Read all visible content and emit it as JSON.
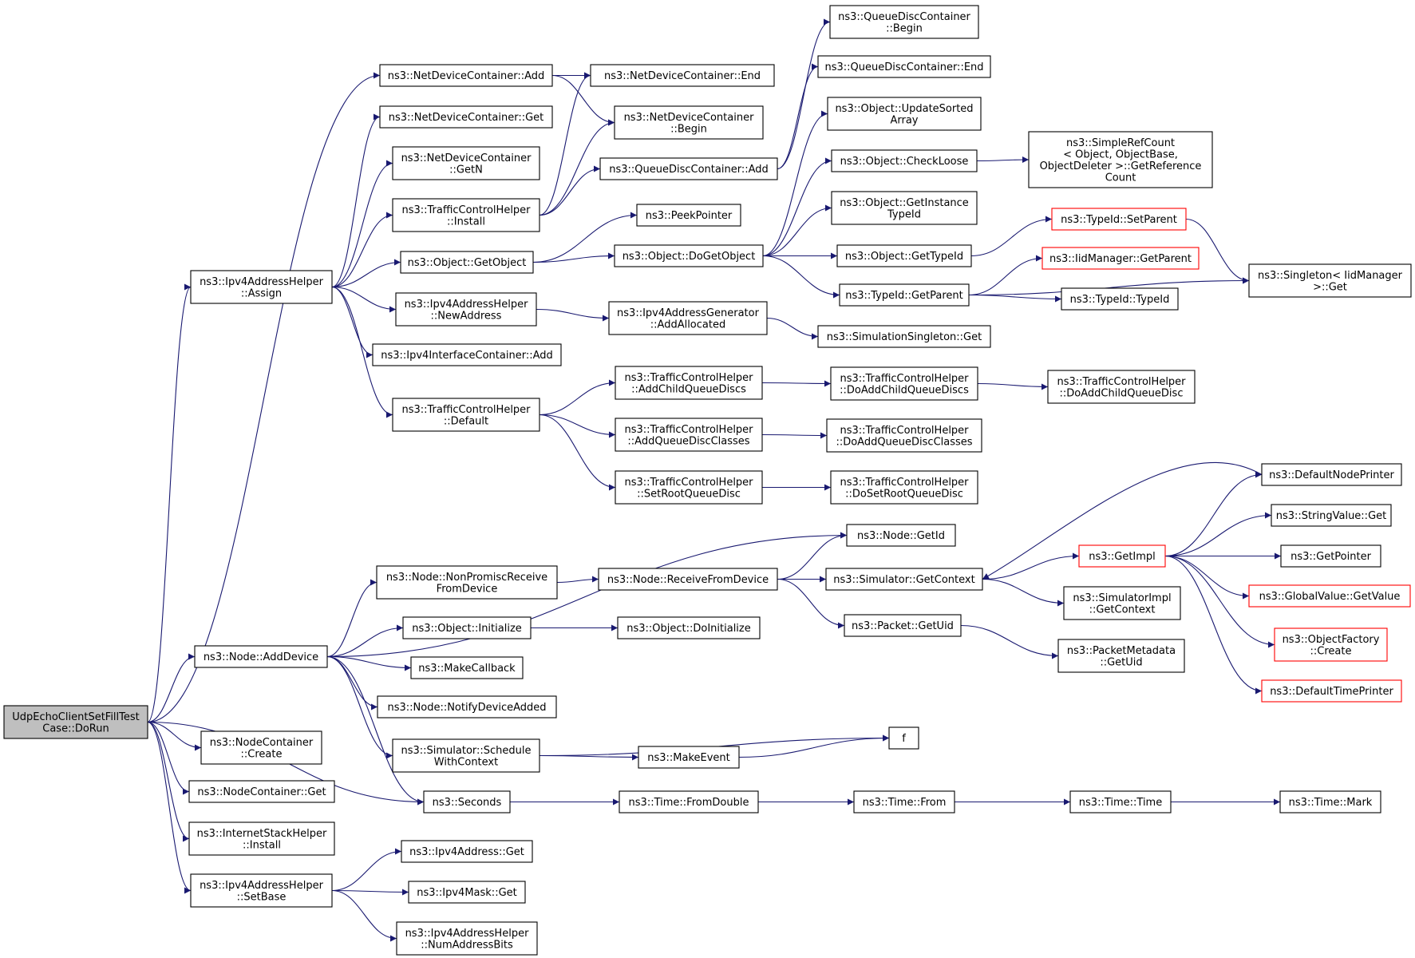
{
  "diagram": {
    "type": "call-graph",
    "root": "n_root",
    "colors": {
      "edge": "#191970",
      "node_border": "#000000",
      "truncated_border": "#ff0000",
      "root_fill": "#bfbfbf",
      "background": "#ffffff"
    },
    "nodes": [
      {
        "id": "n_root",
        "lines": [
          "UdpEchoClientSetFillTest",
          "Case::DoRun"
        ]
      },
      {
        "id": "n_ndc_add",
        "lines": [
          "ns3::NetDeviceContainer::Add"
        ]
      },
      {
        "id": "n_ndc_get",
        "lines": [
          "ns3::NetDeviceContainer::Get"
        ]
      },
      {
        "id": "n_ndc_getn",
        "lines": [
          "ns3::NetDeviceContainer",
          "::GetN"
        ]
      },
      {
        "id": "n_ndc_end",
        "lines": [
          "ns3::NetDeviceContainer::End"
        ]
      },
      {
        "id": "n_ndc_begin",
        "lines": [
          "ns3::NetDeviceContainer",
          "::Begin"
        ]
      },
      {
        "id": "n_qdc_begin",
        "lines": [
          "ns3::QueueDiscContainer",
          "::Begin"
        ]
      },
      {
        "id": "n_qdc_end",
        "lines": [
          "ns3::QueueDiscContainer::End"
        ]
      },
      {
        "id": "n_qdc_add",
        "lines": [
          "ns3::QueueDiscContainer::Add"
        ]
      },
      {
        "id": "n_tch_install",
        "lines": [
          "ns3::TrafficControlHelper",
          "::Install"
        ]
      },
      {
        "id": "n_ipv4ah_assign",
        "lines": [
          "ns3::Ipv4AddressHelper",
          "::Assign"
        ]
      },
      {
        "id": "n_obj_getobject",
        "lines": [
          "ns3::Object::GetObject"
        ]
      },
      {
        "id": "n_peekpointer",
        "lines": [
          "ns3::PeekPointer"
        ]
      },
      {
        "id": "n_obj_dogetobject",
        "lines": [
          "ns3::Object::DoGetObject"
        ]
      },
      {
        "id": "n_obj_updatesorted",
        "lines": [
          "ns3::Object::UpdateSorted",
          "Array"
        ]
      },
      {
        "id": "n_obj_checkloose",
        "lines": [
          "ns3::Object::CheckLoose"
        ]
      },
      {
        "id": "n_simplerefcount",
        "lines": [
          "ns3::SimpleRefCount",
          "< Object, ObjectBase,",
          "ObjectDeleter >::GetReference",
          "Count"
        ]
      },
      {
        "id": "n_obj_getinstance",
        "lines": [
          "ns3::Object::GetInstance",
          "TypeId"
        ]
      },
      {
        "id": "n_obj_gettypeid",
        "lines": [
          "ns3::Object::GetTypeId"
        ]
      },
      {
        "id": "n_typeid_setparent",
        "lines": [
          "ns3::TypeId::SetParent"
        ],
        "truncated": true
      },
      {
        "id": "n_iid_getparent",
        "lines": [
          "ns3::IidManager::GetParent"
        ],
        "truncated": true
      },
      {
        "id": "n_singleton",
        "lines": [
          "ns3::Singleton< IidManager",
          ">::Get"
        ]
      },
      {
        "id": "n_typeid_getparent",
        "lines": [
          "ns3::TypeId::GetParent"
        ]
      },
      {
        "id": "n_typeid_typeid",
        "lines": [
          "ns3::TypeId::TypeId"
        ]
      },
      {
        "id": "n_ipv4ah_newaddr",
        "lines": [
          "ns3::Ipv4AddressHelper",
          "::NewAddress"
        ]
      },
      {
        "id": "n_ipv4ag_addalloc",
        "lines": [
          "ns3::Ipv4AddressGenerator",
          "::AddAllocated"
        ]
      },
      {
        "id": "n_simsingleton",
        "lines": [
          "ns3::SimulationSingleton::Get"
        ]
      },
      {
        "id": "n_ipv4ic_add",
        "lines": [
          "ns3::Ipv4InterfaceContainer::Add"
        ]
      },
      {
        "id": "n_tch_default",
        "lines": [
          "ns3::TrafficControlHelper",
          "::Default"
        ]
      },
      {
        "id": "n_tch_addchild",
        "lines": [
          "ns3::TrafficControlHelper",
          "::AddChildQueueDiscs"
        ]
      },
      {
        "id": "n_tch_doaddchildqds",
        "lines": [
          "ns3::TrafficControlHelper",
          "::DoAddChildQueueDiscs"
        ]
      },
      {
        "id": "n_tch_doaddchildqd",
        "lines": [
          "ns3::TrafficControlHelper",
          "::DoAddChildQueueDisc"
        ]
      },
      {
        "id": "n_tch_addclasses",
        "lines": [
          "ns3::TrafficControlHelper",
          "::AddQueueDiscClasses"
        ]
      },
      {
        "id": "n_tch_doaddclasses",
        "lines": [
          "ns3::TrafficControlHelper",
          "::DoAddQueueDiscClasses"
        ]
      },
      {
        "id": "n_tch_setroot",
        "lines": [
          "ns3::TrafficControlHelper",
          "::SetRootQueueDisc"
        ]
      },
      {
        "id": "n_tch_dosetroot",
        "lines": [
          "ns3::TrafficControlHelper",
          "::DoSetRootQueueDisc"
        ]
      },
      {
        "id": "n_node_getid",
        "lines": [
          "ns3::Node::GetId"
        ]
      },
      {
        "id": "n_defnodeprinter",
        "lines": [
          "ns3::DefaultNodePrinter"
        ]
      },
      {
        "id": "n_stringvalue_get",
        "lines": [
          "ns3::StringValue::Get"
        ]
      },
      {
        "id": "n_getimpl",
        "lines": [
          "ns3::GetImpl"
        ],
        "truncated": true
      },
      {
        "id": "n_getpointer",
        "lines": [
          "ns3::GetPointer"
        ]
      },
      {
        "id": "n_globalvalue",
        "lines": [
          "ns3::GlobalValue::GetValue"
        ],
        "truncated": true
      },
      {
        "id": "n_objfactory",
        "lines": [
          "ns3::ObjectFactory",
          "::Create"
        ],
        "truncated": true
      },
      {
        "id": "n_deftimeprinter",
        "lines": [
          "ns3::DefaultTimePrinter"
        ],
        "truncated": true
      },
      {
        "id": "n_node_nonpromisc",
        "lines": [
          "ns3::Node::NonPromiscReceive",
          "FromDevice"
        ]
      },
      {
        "id": "n_node_recv",
        "lines": [
          "ns3::Node::ReceiveFromDevice"
        ]
      },
      {
        "id": "n_sim_getcontext",
        "lines": [
          "ns3::Simulator::GetContext"
        ]
      },
      {
        "id": "n_simimpl_getcontext",
        "lines": [
          "ns3::SimulatorImpl",
          "::GetContext"
        ]
      },
      {
        "id": "n_packet_getuid",
        "lines": [
          "ns3::Packet::GetUid"
        ]
      },
      {
        "id": "n_pktmeta_getuid",
        "lines": [
          "ns3::PacketMetadata",
          "::GetUid"
        ]
      },
      {
        "id": "n_obj_initialize",
        "lines": [
          "ns3::Object::Initialize"
        ]
      },
      {
        "id": "n_obj_doinitialize",
        "lines": [
          "ns3::Object::DoInitialize"
        ]
      },
      {
        "id": "n_node_adddevice",
        "lines": [
          "ns3::Node::AddDevice"
        ]
      },
      {
        "id": "n_makecallback",
        "lines": [
          "ns3::MakeCallback"
        ]
      },
      {
        "id": "n_node_notify",
        "lines": [
          "ns3::Node::NotifyDeviceAdded"
        ]
      },
      {
        "id": "n_sim_schedule",
        "lines": [
          "ns3::Simulator::Schedule",
          "WithContext"
        ]
      },
      {
        "id": "n_f",
        "lines": [
          "f"
        ]
      },
      {
        "id": "n_makeevent",
        "lines": [
          "ns3::MakeEvent"
        ]
      },
      {
        "id": "n_seconds",
        "lines": [
          "ns3::Seconds"
        ]
      },
      {
        "id": "n_time_fromdouble",
        "lines": [
          "ns3::Time::FromDouble"
        ]
      },
      {
        "id": "n_time_from",
        "lines": [
          "ns3::Time::From"
        ]
      },
      {
        "id": "n_time_time",
        "lines": [
          "ns3::Time::Time"
        ]
      },
      {
        "id": "n_time_mark",
        "lines": [
          "ns3::Time::Mark"
        ]
      },
      {
        "id": "n_nc_create",
        "lines": [
          "ns3::NodeContainer",
          "::Create"
        ]
      },
      {
        "id": "n_nc_get",
        "lines": [
          "ns3::NodeContainer::Get"
        ]
      },
      {
        "id": "n_ish_install",
        "lines": [
          "ns3::InternetStackHelper",
          "::Install"
        ]
      },
      {
        "id": "n_ipv4ah_setbase",
        "lines": [
          "ns3::Ipv4AddressHelper",
          "::SetBase"
        ]
      },
      {
        "id": "n_ipv4addr_get",
        "lines": [
          "ns3::Ipv4Address::Get"
        ]
      },
      {
        "id": "n_ipv4mask_get",
        "lines": [
          "ns3::Ipv4Mask::Get"
        ]
      },
      {
        "id": "n_ipv4ah_numbits",
        "lines": [
          "ns3::Ipv4AddressHelper",
          "::NumAddressBits"
        ]
      }
    ],
    "edges": [
      [
        "n_root",
        "n_ndc_add"
      ],
      [
        "n_root",
        "n_ipv4ah_assign"
      ],
      [
        "n_root",
        "n_node_adddevice"
      ],
      [
        "n_root",
        "n_seconds"
      ],
      [
        "n_root",
        "n_nc_create"
      ],
      [
        "n_root",
        "n_nc_get"
      ],
      [
        "n_root",
        "n_ish_install"
      ],
      [
        "n_root",
        "n_ipv4ah_setbase"
      ],
      [
        "n_ndc_add",
        "n_ndc_end"
      ],
      [
        "n_ndc_add",
        "n_ndc_begin"
      ],
      [
        "n_tch_install",
        "n_ndc_end"
      ],
      [
        "n_tch_install",
        "n_ndc_begin"
      ],
      [
        "n_tch_install",
        "n_qdc_add"
      ],
      [
        "n_qdc_add",
        "n_qdc_begin"
      ],
      [
        "n_qdc_add",
        "n_qdc_end"
      ],
      [
        "n_ipv4ah_assign",
        "n_ndc_get"
      ],
      [
        "n_ipv4ah_assign",
        "n_ndc_getn"
      ],
      [
        "n_ipv4ah_assign",
        "n_tch_install"
      ],
      [
        "n_ipv4ah_assign",
        "n_obj_getobject"
      ],
      [
        "n_ipv4ah_assign",
        "n_ipv4ah_newaddr"
      ],
      [
        "n_ipv4ah_assign",
        "n_ipv4ic_add"
      ],
      [
        "n_ipv4ah_assign",
        "n_tch_default"
      ],
      [
        "n_obj_getobject",
        "n_peekpointer"
      ],
      [
        "n_obj_getobject",
        "n_obj_dogetobject"
      ],
      [
        "n_obj_dogetobject",
        "n_obj_updatesorted"
      ],
      [
        "n_obj_dogetobject",
        "n_obj_checkloose"
      ],
      [
        "n_obj_dogetobject",
        "n_obj_getinstance"
      ],
      [
        "n_obj_dogetobject",
        "n_obj_gettypeid"
      ],
      [
        "n_obj_dogetobject",
        "n_typeid_getparent"
      ],
      [
        "n_obj_checkloose",
        "n_simplerefcount"
      ],
      [
        "n_obj_gettypeid",
        "n_typeid_setparent"
      ],
      [
        "n_typeid_setparent",
        "n_singleton"
      ],
      [
        "n_typeid_getparent",
        "n_iid_getparent"
      ],
      [
        "n_typeid_getparent",
        "n_typeid_typeid"
      ],
      [
        "n_typeid_getparent",
        "n_singleton"
      ],
      [
        "n_ipv4ah_newaddr",
        "n_ipv4ag_addalloc"
      ],
      [
        "n_ipv4ag_addalloc",
        "n_simsingleton"
      ],
      [
        "n_tch_default",
        "n_tch_addchild"
      ],
      [
        "n_tch_default",
        "n_tch_addclasses"
      ],
      [
        "n_tch_default",
        "n_tch_setroot"
      ],
      [
        "n_tch_addchild",
        "n_tch_doaddchildqds"
      ],
      [
        "n_tch_doaddchildqds",
        "n_tch_doaddchildqd"
      ],
      [
        "n_tch_addclasses",
        "n_tch_doaddclasses"
      ],
      [
        "n_tch_setroot",
        "n_tch_dosetroot"
      ],
      [
        "n_node_adddevice",
        "n_node_getid"
      ],
      [
        "n_node_adddevice",
        "n_node_nonpromisc"
      ],
      [
        "n_node_adddevice",
        "n_obj_initialize"
      ],
      [
        "n_node_adddevice",
        "n_makecallback"
      ],
      [
        "n_node_adddevice",
        "n_node_notify"
      ],
      [
        "n_node_adddevice",
        "n_sim_schedule"
      ],
      [
        "n_node_adddevice",
        "n_seconds"
      ],
      [
        "n_node_nonpromisc",
        "n_node_recv"
      ],
      [
        "n_node_recv",
        "n_node_getid"
      ],
      [
        "n_node_recv",
        "n_sim_getcontext"
      ],
      [
        "n_node_recv",
        "n_packet_getuid"
      ],
      [
        "n_sim_getcontext",
        "n_getimpl"
      ],
      [
        "n_sim_getcontext",
        "n_simimpl_getcontext"
      ],
      [
        "n_getimpl",
        "n_defnodeprinter"
      ],
      [
        "n_getimpl",
        "n_stringvalue_get"
      ],
      [
        "n_getimpl",
        "n_getpointer"
      ],
      [
        "n_getimpl",
        "n_globalvalue"
      ],
      [
        "n_getimpl",
        "n_objfactory"
      ],
      [
        "n_getimpl",
        "n_deftimeprinter"
      ],
      [
        "n_defnodeprinter",
        "n_sim_getcontext"
      ],
      [
        "n_packet_getuid",
        "n_pktmeta_getuid"
      ],
      [
        "n_obj_initialize",
        "n_obj_doinitialize"
      ],
      [
        "n_sim_schedule",
        "n_f"
      ],
      [
        "n_sim_schedule",
        "n_makeevent"
      ],
      [
        "n_makeevent",
        "n_f"
      ],
      [
        "n_seconds",
        "n_time_fromdouble"
      ],
      [
        "n_time_fromdouble",
        "n_time_from"
      ],
      [
        "n_time_from",
        "n_time_time"
      ],
      [
        "n_time_time",
        "n_time_mark"
      ],
      [
        "n_ipv4ah_setbase",
        "n_ipv4addr_get"
      ],
      [
        "n_ipv4ah_setbase",
        "n_ipv4mask_get"
      ],
      [
        "n_ipv4ah_setbase",
        "n_ipv4ah_numbits"
      ]
    ]
  }
}
